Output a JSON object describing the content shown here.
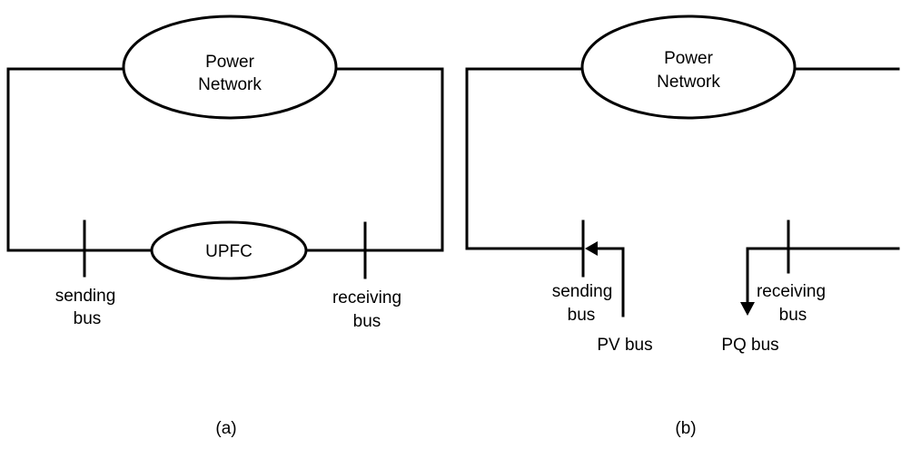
{
  "panel_a": {
    "network_label_line1": "Power",
    "network_label_line2": "Network",
    "upfc_label": "UPFC",
    "sending_label_line1": "sending",
    "sending_label_line2": "bus",
    "receiving_label_line1": "receiving",
    "receiving_label_line2": "bus",
    "caption": "(a)"
  },
  "panel_b": {
    "network_label_line1": "Power",
    "network_label_line2": "Network",
    "sending_label_line1": "sending",
    "sending_label_line2": "bus",
    "receiving_label_line1": "receiving",
    "receiving_label_line2": "bus",
    "pv_label": "PV bus",
    "pq_label": "PQ bus",
    "caption": "(b)"
  }
}
